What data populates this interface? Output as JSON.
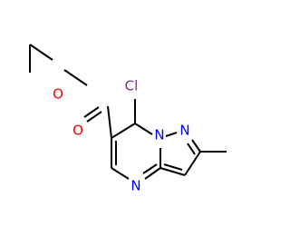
{
  "molecule": {
    "atoms": {
      "oxygen_ether": "O",
      "oxygen_carbonyl": "O",
      "chlorine": "Cl",
      "nitrogen_bridge": "N",
      "nitrogen_pyrazole": "N",
      "nitrogen_pyrimidine": "N"
    },
    "colors": {
      "bond": "#000000",
      "oxygen": "#ff0000",
      "nitrogen": "#0000ff",
      "chlorine": "#6f2f86"
    }
  }
}
